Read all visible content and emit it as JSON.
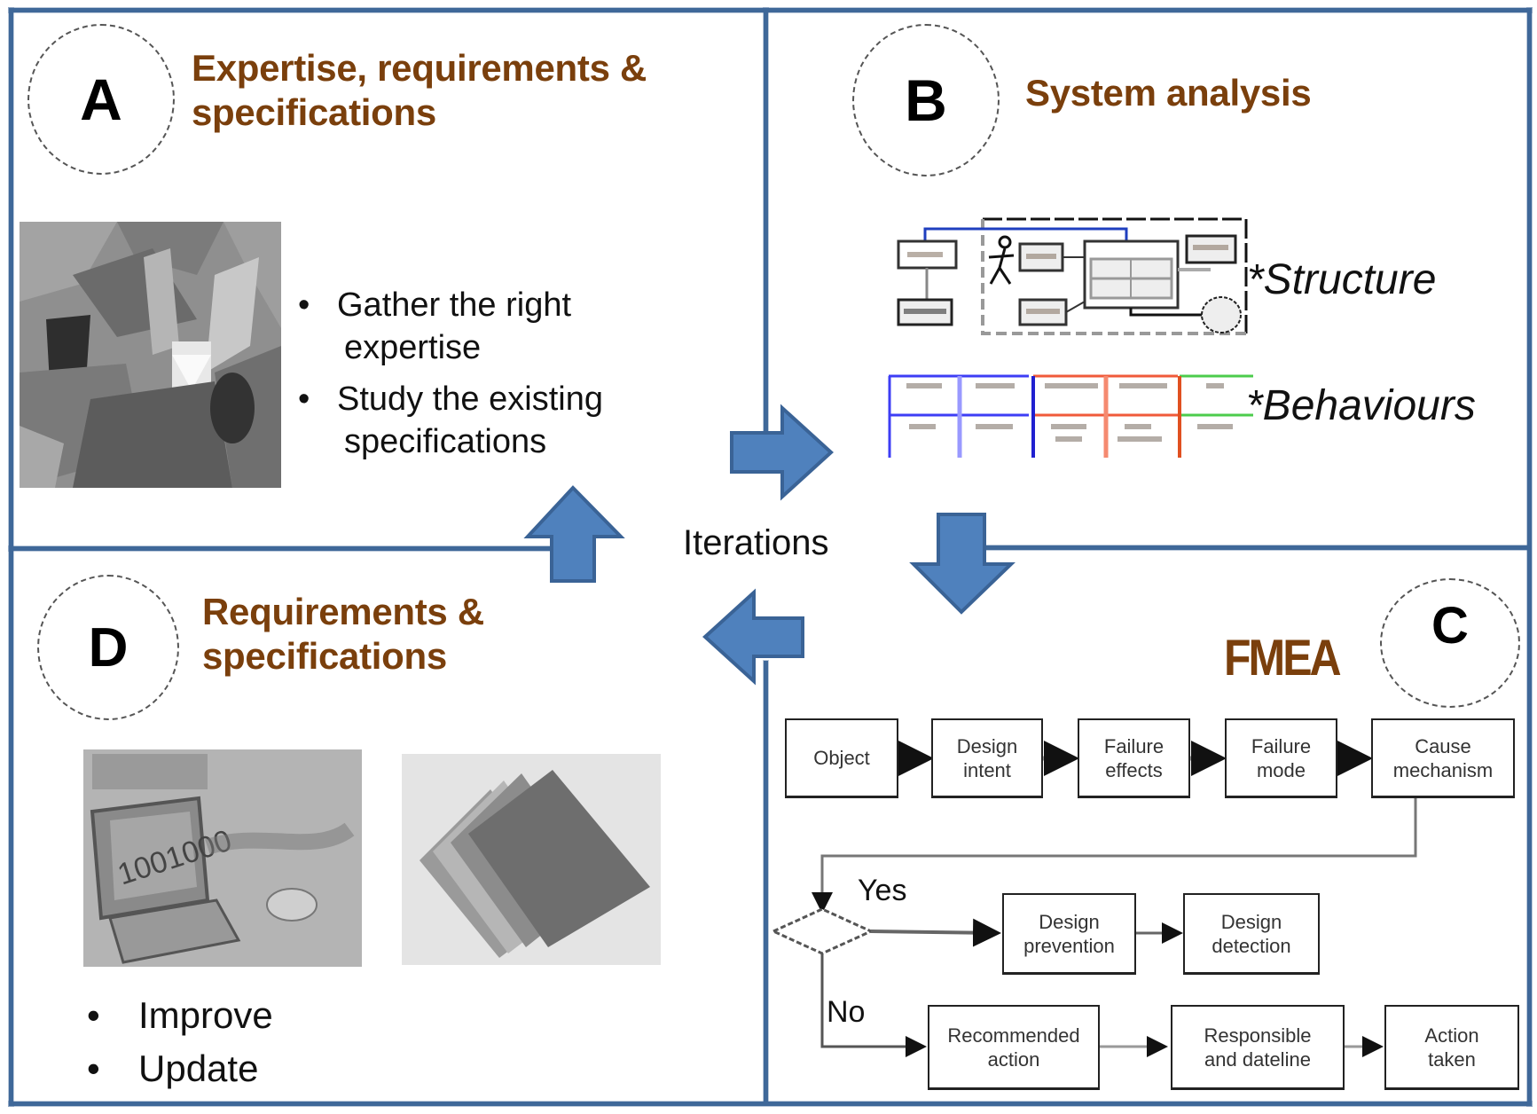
{
  "colors": {
    "frame": "#3f6899",
    "arrow": "#4f81bd",
    "arrow_outline": "#3a6396",
    "heading": "#7a3f0c",
    "behaviour_blue": "#3d3df5",
    "behaviour_red": "#f05a3a",
    "behaviour_green": "#4ccc4c",
    "structure_link": "#1f3fbf"
  },
  "center": {
    "label": "Iterations"
  },
  "panels": {
    "a": {
      "letter": "A",
      "title_line1": "Expertise, requirements &",
      "title_line2": "specifications",
      "image": "team-meeting-photo",
      "bullets": [
        {
          "line1": "Gather the right",
          "line2": "expertise"
        },
        {
          "line1": "Study the existing",
          "line2": "specifications"
        }
      ]
    },
    "b": {
      "letter": "B",
      "title": "System analysis",
      "structure_label": "*Structure",
      "behaviours_label": "*Behaviours"
    },
    "c": {
      "letter": "C",
      "title": "FMEA",
      "row1": [
        {
          "line1": "Object",
          "line2": ""
        },
        {
          "line1": "Design",
          "line2": "intent"
        },
        {
          "line1": "Failure",
          "line2": "effects"
        },
        {
          "line1": "Failure",
          "line2": "mode"
        },
        {
          "line1": "Cause",
          "line2": "mechanism"
        }
      ],
      "decision_yes": "Yes",
      "decision_no": "No",
      "yes_branch": [
        {
          "line1": "Design",
          "line2": "prevention"
        },
        {
          "line1": "Design",
          "line2": "detection"
        }
      ],
      "no_branch": [
        {
          "line1": "Recommended",
          "line2": "action"
        },
        {
          "line1": "Responsible",
          "line2": "and dateline"
        },
        {
          "line1": "Action",
          "line2": "taken"
        }
      ]
    },
    "d": {
      "letter": "D",
      "title_line1": "Requirements &",
      "title_line2": "specifications",
      "images": [
        "computer-sketch-image",
        "document-stack-image"
      ],
      "bullets": [
        "Improve",
        "Update"
      ]
    }
  }
}
